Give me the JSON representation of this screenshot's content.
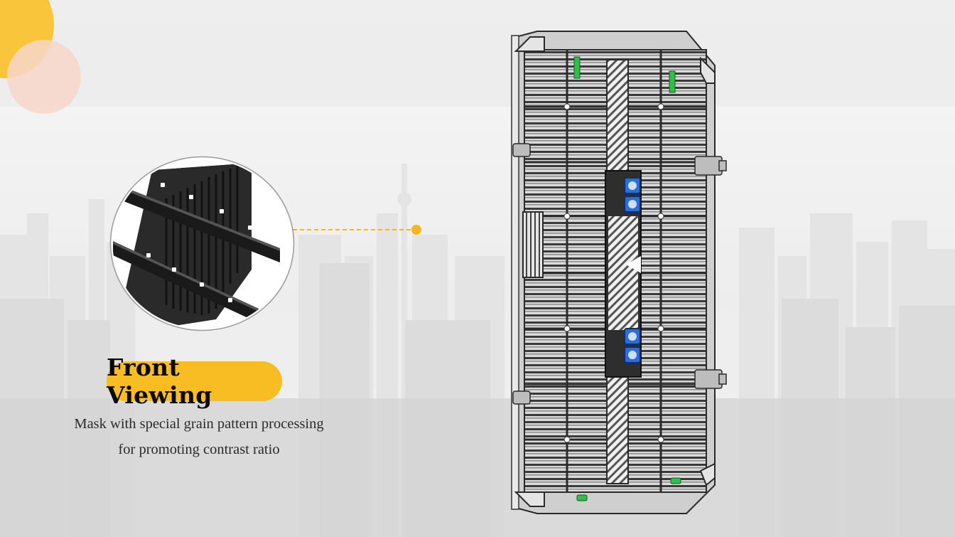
{
  "feature": {
    "title": "Front Viewing",
    "description_line1": "Mask with special grain pattern processing",
    "description_line2": "for promoting contrast ratio"
  },
  "colors": {
    "accent": "#f8bd22",
    "deco_yellow": "#f9c53a",
    "deco_pink": "#f7d6c9",
    "panel_dark": "#3a3a3a",
    "connector_blue": "#2a6fd1",
    "latch_green": "#2fbf4a"
  },
  "images": {
    "background": "city-skyline-image",
    "zoom_detail": "mask-grain-detail-image",
    "product": "led-cabinet-rear-image"
  }
}
